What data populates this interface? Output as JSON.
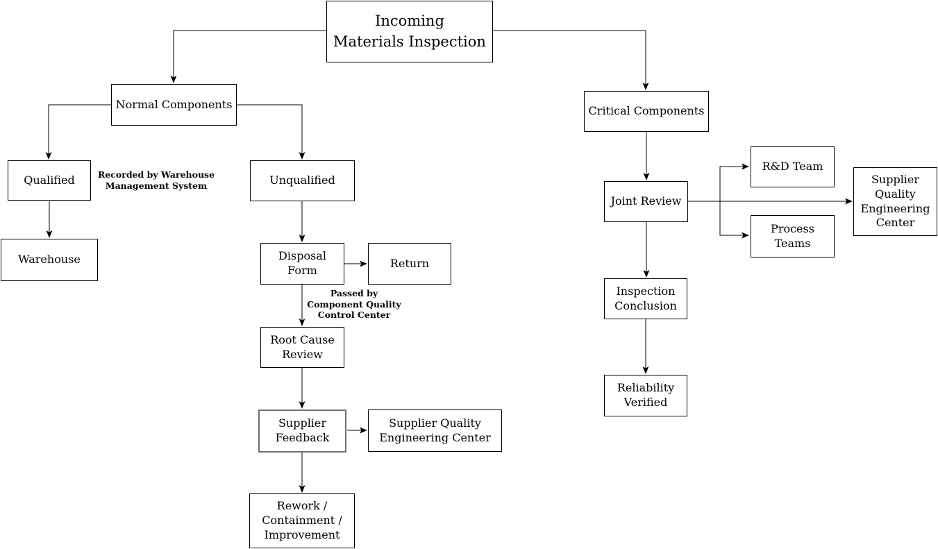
{
  "diagram": {
    "type": "flowchart",
    "background": "#ffffff",
    "line_color": "#000000",
    "text_color": "#000000",
    "highlight_border_color": "#6f6f6f"
  },
  "nodes": {
    "incoming": {
      "label": "Incoming\nMaterials Inspection"
    },
    "normal": {
      "label": "Normal Components"
    },
    "qualified": {
      "label": "Qualified"
    },
    "warehouse": {
      "label": "Warehouse"
    },
    "unqualified": {
      "label": "Unqualified"
    },
    "disposal": {
      "label": "Disposal\nForm"
    },
    "return": {
      "label": "Return"
    },
    "root_cause": {
      "label": "Root Cause\nReview"
    },
    "supplier_feedback": {
      "label": "Supplier\nFeedback"
    },
    "sqec_left": {
      "label": "Supplier Quality\nEngineering Center"
    },
    "rework": {
      "label": "Rework /\nContainment /\nImprovement"
    },
    "critical": {
      "label": "Critical Components"
    },
    "joint_review": {
      "label": "Joint Review"
    },
    "rd_team": {
      "label": "R&D Team"
    },
    "process_teams": {
      "label": "Process\nTeams"
    },
    "sqec_right": {
      "label": "Supplier\nQuality\nEngineering\nCenter"
    },
    "inspection_conclusion": {
      "label": "Inspection\nConclusion"
    },
    "reliability": {
      "label": "Reliability\nVerified"
    }
  },
  "annotations": {
    "recorded": "Recorded by Warehouse\nManagement System",
    "passed": "Passed by\nComponent Quality\nControl Center"
  },
  "edges": [
    "incoming->normal",
    "incoming->critical",
    "normal->qualified",
    "normal->unqualified",
    "qualified->warehouse",
    "unqualified->disposal",
    "disposal->return",
    "disposal->root_cause",
    "root_cause->supplier_feedback",
    "supplier_feedback->sqec_left",
    "supplier_feedback->rework",
    "critical->joint_review",
    "joint_review->rd_team",
    "joint_review->process_teams",
    "joint_review->sqec_right",
    "joint_review->inspection_conclusion",
    "inspection_conclusion->reliability"
  ]
}
